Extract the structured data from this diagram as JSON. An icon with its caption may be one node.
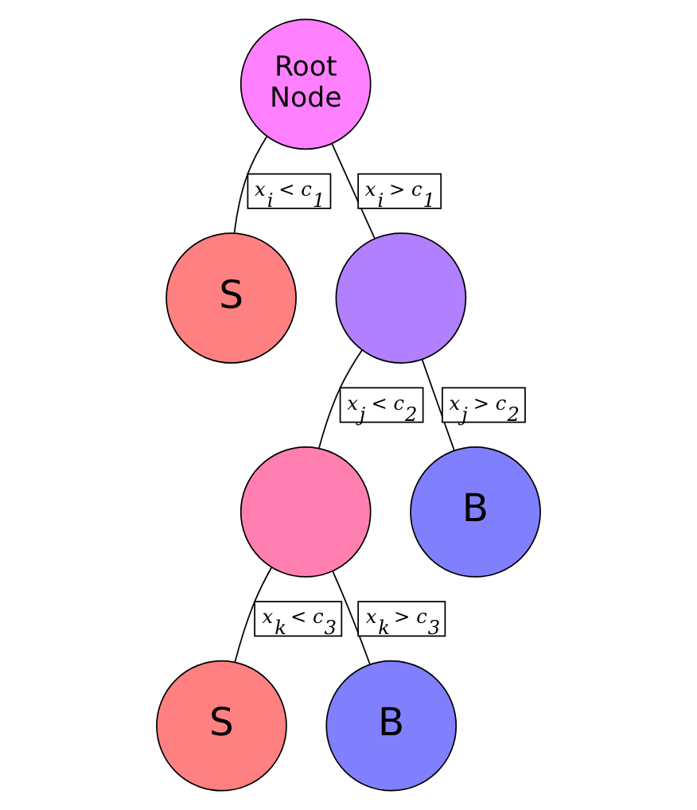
{
  "diagram": {
    "nodes": [
      {
        "text": [
          "Root Node"
        ]
      },
      {
        "text": [
          "S"
        ]
      },
      {
        "text": [],
        "shape": "circle"
      },
      {
        "text": [],
        "shape": "circle"
      },
      {
        "text": [
          "B"
        ]
      },
      {
        "text": [
          "S"
        ]
      },
      {
        "text": [
          "B"
        ]
      }
    ],
    "edges": [
      {
        "from": 0,
        "to": 1,
        "arrow": "none",
        "label": "x$_{i}$ < c$_{1}$"
      },
      {
        "from": 0,
        "to": 2,
        "arrow": "none",
        "label": "x$_{i}$ > c$_{1}$"
      },
      {
        "from": 2,
        "to": 3,
        "arrow": "none",
        "label": "x$_{j}$ < c$_{2}$"
      },
      {
        "from": 2,
        "to": 4,
        "arrow": "none",
        "label": "x$_{j}$ > c$_{2}$"
      },
      {
        "from": 3,
        "to": 5,
        "arrow": "none",
        "label": "x$_{k}$ < c$_{3}$"
      },
      {
        "from": 3,
        "to": 6,
        "arrow": "none",
        "label": "x$_{k}$ > c$_{3}$"
      }
    ]
  }
}
